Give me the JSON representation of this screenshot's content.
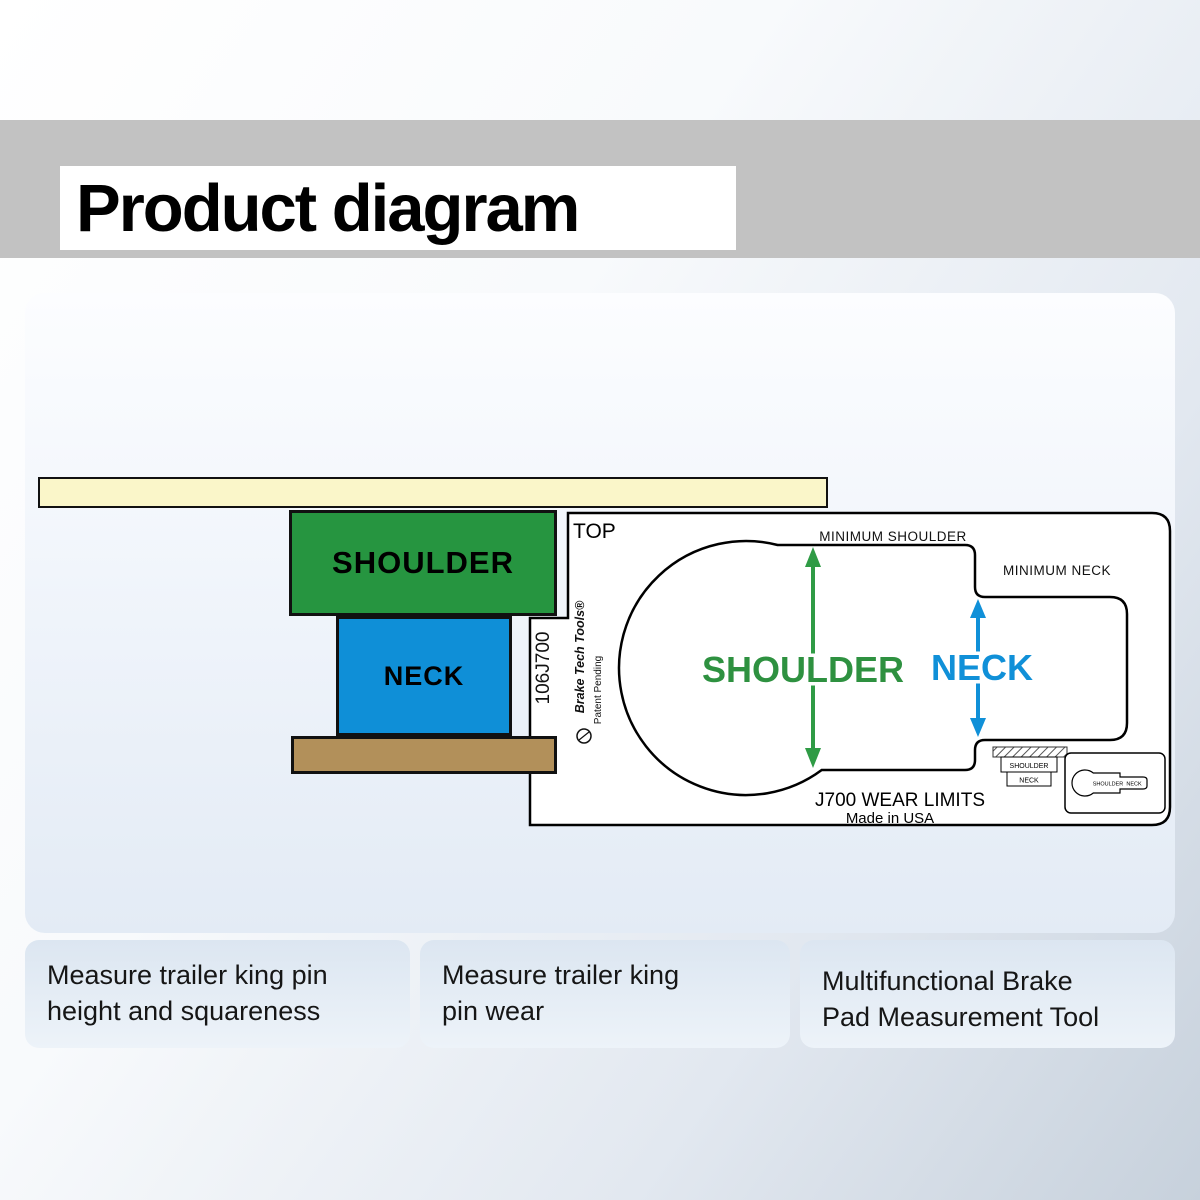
{
  "page": {
    "title": "Product diagram",
    "banner_color": "#c2c2c2",
    "panel_background": "#eef3fa"
  },
  "diagram": {
    "king_pin": {
      "shoulder_label": "SHOULDER",
      "neck_label": "NECK",
      "shoulder_color": "#269540",
      "neck_color": "#0f8fd7",
      "plate_color": "#faf6c9",
      "base_color": "#b2905a"
    },
    "tool": {
      "top_label": "TOP",
      "model_number": "106J700",
      "brand": "Brake Tech Tools®",
      "patent": "Patent Pending",
      "minimum_shoulder_label": "MINIMUM SHOULDER",
      "minimum_neck_label": "MINIMUM NECK",
      "shoulder_label": "SHOULDER",
      "neck_label": "NECK",
      "wear_limits_label": "J700 WEAR LIMITS",
      "made_in_label": "Made in USA",
      "shoulder_arrow_color": "#2f9b45",
      "neck_arrow_color": "#1090d8",
      "mini": {
        "shoulder_label": "SHOULDER",
        "neck_label": "NECK"
      }
    }
  },
  "features": [
    {
      "text": "Measure trailer king pin height and squareness"
    },
    {
      "text": "Measure trailer king pin wear"
    },
    {
      "text": "Multifunctional Brake Pad Measurement Tool"
    }
  ]
}
